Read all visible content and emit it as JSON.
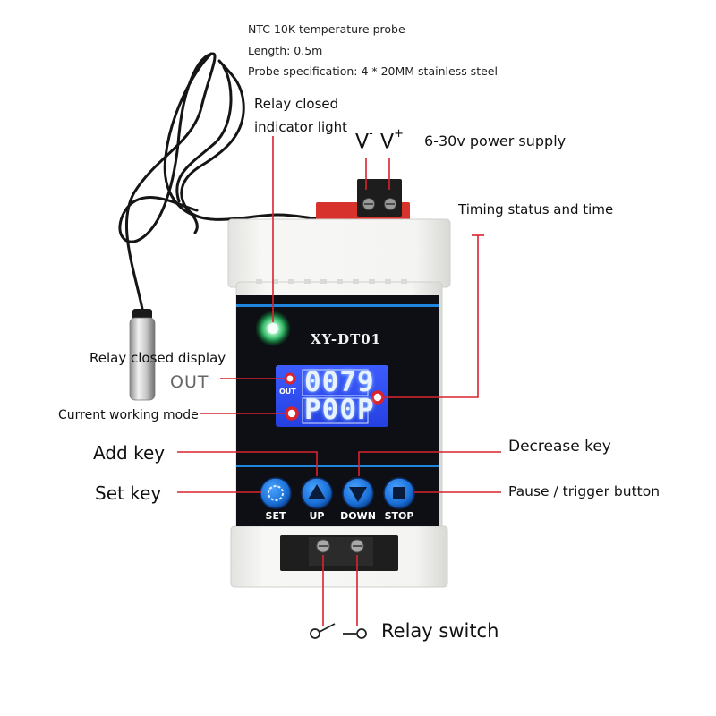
{
  "spec": {
    "probe_title": "NTC 10K temperature probe",
    "length": "Length: 0.5m",
    "probe_spec": "Probe specification: 4 * 20MM stainless steel"
  },
  "labels": {
    "relay_indicator": [
      "Relay closed",
      "indicator light"
    ],
    "v_minus": "V",
    "v_minus_sup": "-",
    "v_plus": "V",
    "v_plus_sup": "+",
    "power_supply": "6-30v power supply",
    "timing_status": "Timing status and time",
    "relay_closed_display": "Relay closed display",
    "out": "OUT",
    "working_mode": "Current working mode",
    "add_key": "Add key",
    "decrease_key": "Decrease key",
    "set_key": "Set key",
    "pause_trigger": "Pause / trigger button",
    "relay_switch": "Relay switch"
  },
  "device": {
    "model": "XY-DT01",
    "display_line1": "0079",
    "display_line2": "P00P",
    "out_tag": "OUT",
    "buttons": [
      "SET",
      "UP",
      "DOWN",
      "STOP"
    ]
  },
  "colors": {
    "leader_line": "#d9232d",
    "panel": "#0d0f14",
    "accent_stripe": "#1f86e0",
    "button_blue": "#1a6fd6",
    "lcd_blue": "#2f52ff",
    "indicator_green": "#5dff9a",
    "housing": "#f0f0ee"
  }
}
